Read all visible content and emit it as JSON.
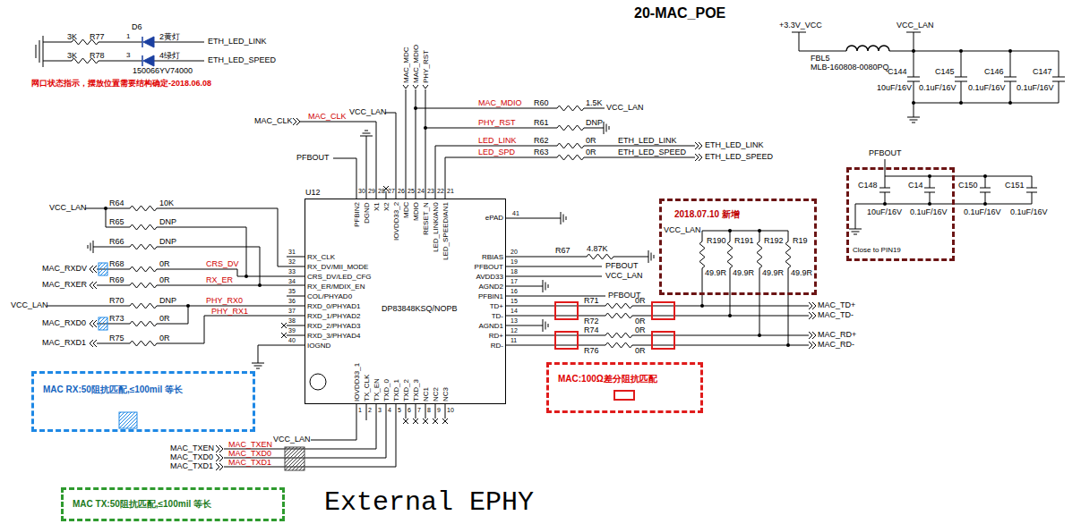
{
  "diagram": {
    "title": "20-MAC_POE",
    "caption": "External EPHY",
    "nodes": [
      {
        "text": [
          "Close to PIN19"
        ]
      },
      {
        "text": [
          "U12",
          "DP83848KSQ/NOPB"
        ]
      },
      {
        "text": [
          "2018.07.10 新增"
        ]
      },
      {
        "text": [
          "MAC:100Ω差分阻抗匹配"
        ]
      },
      {
        "text": [
          "MAC RX:50阻抗匹配,≤100mil 等长"
        ]
      },
      {
        "text": [
          "MAC TX:50阻抗匹配,≤100mil 等长"
        ]
      }
    ],
    "labels": [
      "3K",
      "R77",
      "D6",
      "1",
      "2黄灯",
      "ETH_LED_LINK",
      "3K",
      "R78",
      "3",
      "4绿灯",
      "ETH_LED_SPEED",
      "150066YV74000",
      "网口状态指示，摆放位置需要结构确定-2018.06.08",
      "MAC_MDC",
      "MAC_MDIO",
      "PHY_RST",
      "VCC_LAN",
      "MAC_CLK",
      "MAC_CLK",
      "PFBOUT",
      "MAC_MDIO",
      "R60",
      "1.5K",
      "VCC_LAN",
      "PHY_RST",
      "R61",
      "DNP",
      "LED_LINK",
      "R62",
      "0R",
      "ETH_LED_LINK",
      "ETH_LED_LINK",
      "LED_SPD",
      "R63",
      "0R",
      "ETH_LED_SPEED",
      "ETH_LED_SPEED",
      "30",
      "29",
      "28",
      "27",
      "26",
      "25",
      "24",
      "23",
      "22",
      "21",
      "PFBIN2",
      "DGND",
      "X1",
      "X2",
      "IOVDD33_2",
      "MDC",
      "MDIO",
      "RESET_N",
      "LED_LINK/AN0",
      "LED_SPEED/AN1",
      "VCC_LAN",
      "R64",
      "10K",
      "R65",
      "DNP",
      "R66",
      "DNP",
      "MAC_RXDV",
      "R68",
      "0R",
      "CRS_DV",
      "MAC_RXER",
      "R69",
      "0R",
      "RX_ER",
      "VCC_LAN",
      "R70",
      "DNP",
      "PHY_RX0",
      "MAC_RXD0",
      "R73",
      "0R",
      "PHY_RX1",
      "MAC_RXD1",
      "R75",
      "0R",
      "31",
      "32",
      "33",
      "34",
      "35",
      "36",
      "37",
      "38",
      "39",
      "40",
      "RX_CLK",
      "RX_DV/MII_MODE",
      "CRS_DV/LED_CFG",
      "RX_ER/MDIX_EN",
      "COL/PHYAD0",
      "RXD_0/PHYAD1",
      "RXD_1/PHYAD2",
      "RXD_2/PHYAD3",
      "RXD_3/PHYAD4",
      "IOGND",
      "41",
      "20",
      "19",
      "18",
      "17",
      "16",
      "15",
      "14",
      "13",
      "12",
      "11",
      "ePAD",
      "RBIAS",
      "PFBOUT",
      "AVDD33",
      "AGND2",
      "PFBIN1",
      "TD+",
      "TD-",
      "AGND1",
      "RD+",
      "RD-",
      "R67",
      "4.87K",
      "PFBOUT",
      "VCC_LAN",
      "PFBOUT",
      "R71",
      "R72",
      "0R",
      "0R",
      "R74",
      "R76",
      "0R",
      "0R",
      "MAC_TD+",
      "MAC_TD-",
      "MAC_RD+",
      "MAC_RD-",
      "VCC_LAN",
      "R190",
      "R191",
      "R192",
      "R19",
      "49.9R",
      "49.9R",
      "49.9R",
      "49.9R",
      "PFBOUT",
      "C148",
      "C14",
      "C150",
      "C151",
      "10uF/16V",
      "0.1uF/16V",
      "0.1uF/16V",
      "0.1uF/16V",
      "+3.3V_VCC",
      "VCC_LAN",
      "FBL5",
      "MLB-160808-0080PQ",
      "C144",
      "C145",
      "C146",
      "C147",
      "10uF/16V",
      "0.1uF/16V",
      "0.1uF/16V",
      "0.1uF/16V",
      "1",
      "2",
      "3",
      "4",
      "5",
      "6",
      "7",
      "8",
      "9",
      "10",
      "IOVDD33_1",
      "TX_CLK",
      "TX_EN",
      "TXD_0",
      "TXD_1",
      "TXD_2",
      "TXD_3",
      "NC1",
      "NC2",
      "NC3",
      "VCC_LAN",
      "MAC_TXEN",
      "MAC_TXEN",
      "MAC_TXD0",
      "MAC_TXD0",
      "MAC_TXD1",
      "MAC_TXD1"
    ]
  }
}
